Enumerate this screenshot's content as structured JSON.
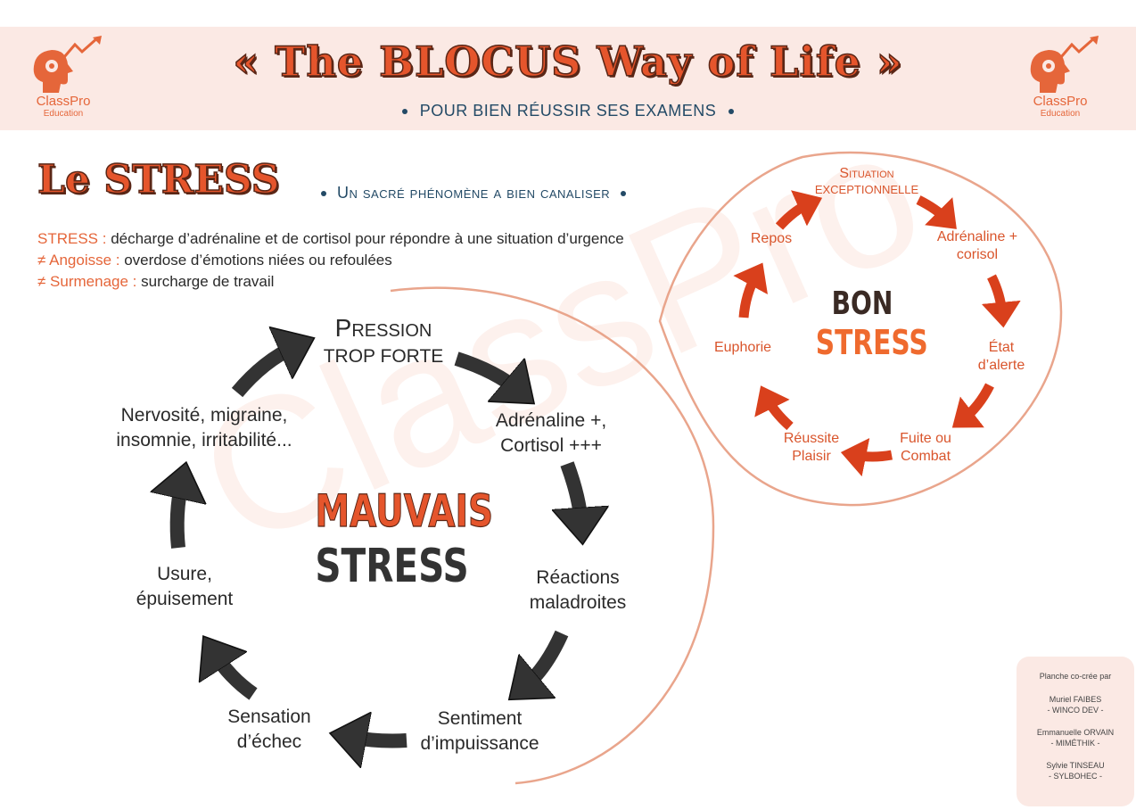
{
  "header": {
    "title": "« The BLOCUS Way of Life »",
    "subtitle": "POUR BIEN RÉUSSIR SES EXAMENS",
    "logo_left": {
      "brand": "ClassPro",
      "sub": "Education"
    },
    "logo_right": {
      "brand": "ClassPro",
      "sub": "Education"
    }
  },
  "section": {
    "title": "Le STRESS",
    "subtitle": "Un sacré phénomène a bien canaliser"
  },
  "definitions": [
    {
      "term": "STRESS :",
      "text": " décharge d’adrénaline et de cortisol pour répondre à une situation d’urgence"
    },
    {
      "term": "≠ Angoisse :",
      "text": " overdose d’émotions niées ou refoulées"
    },
    {
      "term": "≠ Surmenage :",
      "text": " surcharge de travail"
    }
  ],
  "bad_cycle": {
    "center_line1": "MAUVAIS",
    "center_line2": "STRESS",
    "steps": [
      {
        "line1": "Pression",
        "line2": "TROP FORTE"
      },
      {
        "line1": "Adrénaline +,",
        "line2": "Cortisol +++"
      },
      {
        "line1": "Réactions",
        "line2": "maladroites"
      },
      {
        "line1": "Sentiment",
        "line2": "d’impuissance"
      },
      {
        "line1": "Sensation",
        "line2": "d’échec"
      },
      {
        "line1": "Usure,",
        "line2": "épuisement"
      },
      {
        "line1": "Nervosité, migraine,",
        "line2": "insomnie, irritabilité..."
      }
    ]
  },
  "good_cycle": {
    "center_line1": "BON",
    "center_line2": "STRESS",
    "steps": [
      {
        "line1": "Situation",
        "line2": "EXCEPTIONNELLE"
      },
      {
        "line1": "Adrénaline +",
        "line2": "corisol"
      },
      {
        "line1": "État",
        "line2": "d’alerte"
      },
      {
        "line1": "Fuite ou",
        "line2": "Combat"
      },
      {
        "line1": "Réussite",
        "line2": "Plaisir"
      },
      {
        "line1": "Euphorie",
        "line2": ""
      },
      {
        "line1": "Repos",
        "line2": ""
      }
    ]
  },
  "credits": {
    "intro": "Planche co-crée par",
    "people": [
      {
        "name": "Muriel FAIBES",
        "org": "- WINCO DEV -"
      },
      {
        "name": "Emmanuelle ORVAIN",
        "org": "- MIMÉTHIK -"
      },
      {
        "name": "Sylvie TINSEAU",
        "org": "- SYLBOHEC -"
      }
    ]
  },
  "watermark": "ClassPro",
  "colors": {
    "accent": "#e5552c",
    "dark": "#333333",
    "navy": "#234a66",
    "pink_bg": "#fbe9e4"
  }
}
